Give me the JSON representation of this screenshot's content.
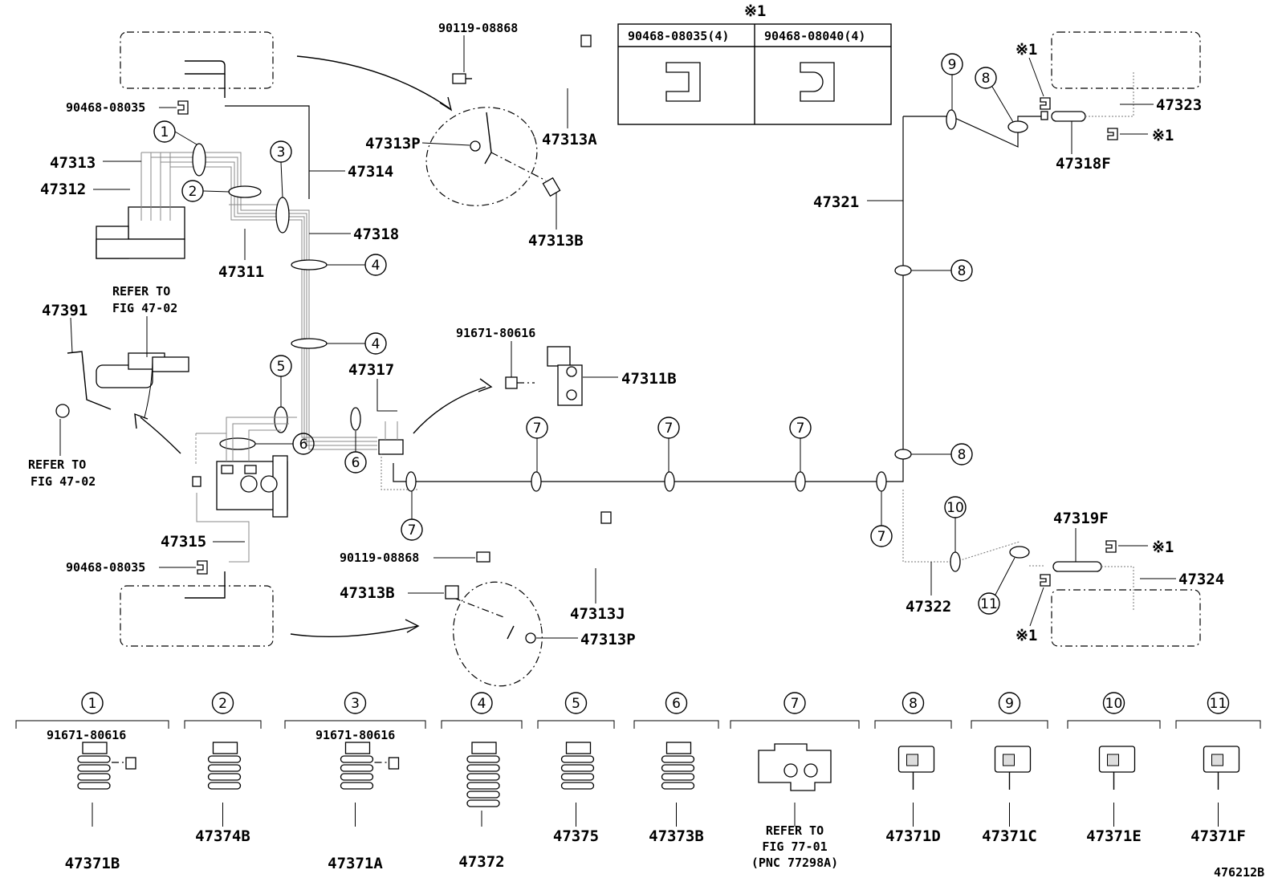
{
  "callouts": {
    "p90119_top": "90119-08868",
    "p47313P_top": "47313P",
    "p47313A": "47313A",
    "p47313B_top": "47313B",
    "p90468_top": "90468-08035",
    "p47313": "47313",
    "p47312": "47312",
    "p47314": "47314",
    "p47318": "47318",
    "p47311": "47311",
    "p47391": "47391",
    "refer_to_a": "REFER TO",
    "fig_a": "FIG 47-02",
    "refer_to_b": "REFER TO",
    "fig_b": "FIG 47-02",
    "p47317": "47317",
    "p91671_mid": "91671-80616",
    "p47311B": "47311B",
    "p47315": "47315",
    "p90468_bot": "90468-08035",
    "p90119_bot": "90119-08868",
    "p47313B_bot": "47313B",
    "p47313J": "47313J",
    "p47313P_bot": "47313P",
    "p47321": "47321",
    "p47323": "47323",
    "p47318F": "47318F",
    "note1_a": "※1",
    "note1_b": "※1",
    "note1_c": "※1",
    "note1_d": "※1",
    "note1_e": "※1",
    "p47322": "47322",
    "p47319F": "47319F",
    "p47324": "47324"
  },
  "clip_table": {
    "mark": "※1",
    "col1": "90468-08035(4)",
    "col2": "90468-08040(4)"
  },
  "circled": {
    "c1": "1",
    "c2": "2",
    "c3": "3",
    "c4": "4",
    "c5": "5",
    "c6": "6",
    "c7": "7",
    "c8": "8",
    "c9": "9",
    "c10": "10",
    "c11": "11"
  },
  "legend": [
    {
      "num": "1",
      "top_label": "91671-80616",
      "part": "47371B"
    },
    {
      "num": "2",
      "top_label": "",
      "part": "47374B"
    },
    {
      "num": "3",
      "top_label": "91671-80616",
      "part": "47371A"
    },
    {
      "num": "4",
      "top_label": "",
      "part": "47372"
    },
    {
      "num": "5",
      "top_label": "",
      "part": "47375"
    },
    {
      "num": "6",
      "top_label": "",
      "part": "47373B"
    },
    {
      "num": "7",
      "top_label": "",
      "part": "REFER TO",
      "part2": "FIG 77-01",
      "part3": "(PNC 77298A)"
    },
    {
      "num": "8",
      "top_label": "",
      "part": "47371D"
    },
    {
      "num": "9",
      "top_label": "",
      "part": "47371C"
    },
    {
      "num": "10",
      "top_label": "",
      "part": "47371E"
    },
    {
      "num": "11",
      "top_label": "",
      "part": "47371F"
    }
  ],
  "figure_id": "476212B"
}
